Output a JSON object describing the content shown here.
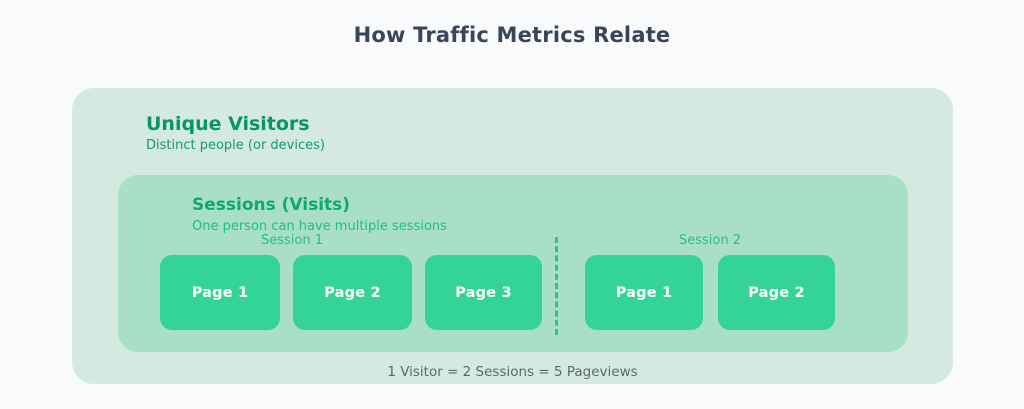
{
  "title": "How Traffic Metrics Relate",
  "unique_visitors": {
    "heading": "Unique Visitors",
    "subtitle": "Distinct people (or devices)"
  },
  "sessions": {
    "heading": "Sessions (Visits)",
    "subtitle": "One person can have multiple sessions",
    "groups": [
      {
        "label": "Session 1",
        "pages": [
          "Page 1",
          "Page 2",
          "Page 3"
        ]
      },
      {
        "label": "Session 2",
        "pages": [
          "Page 1",
          "Page 2"
        ]
      }
    ]
  },
  "caption": "1 Visitor = 2 Sessions = 5 Pageviews",
  "colors": {
    "page_bg": "#F8FAFB",
    "title_text": "#3A4658",
    "outer_box_bg": "#D4E9DF",
    "inner_box_bg": "#A9DFC7",
    "button_bg": "#34D399",
    "button_text": "#FFFFFF",
    "uv_heading_text": "#079669",
    "uv_subtitle_text": "#149A70",
    "sessions_heading_text": "#0DA874",
    "sessions_subtitle_text": "#1DBE87",
    "session_label_text": "#2ABB8A",
    "divider": "#2EC290",
    "caption_text": "#5D6771"
  }
}
